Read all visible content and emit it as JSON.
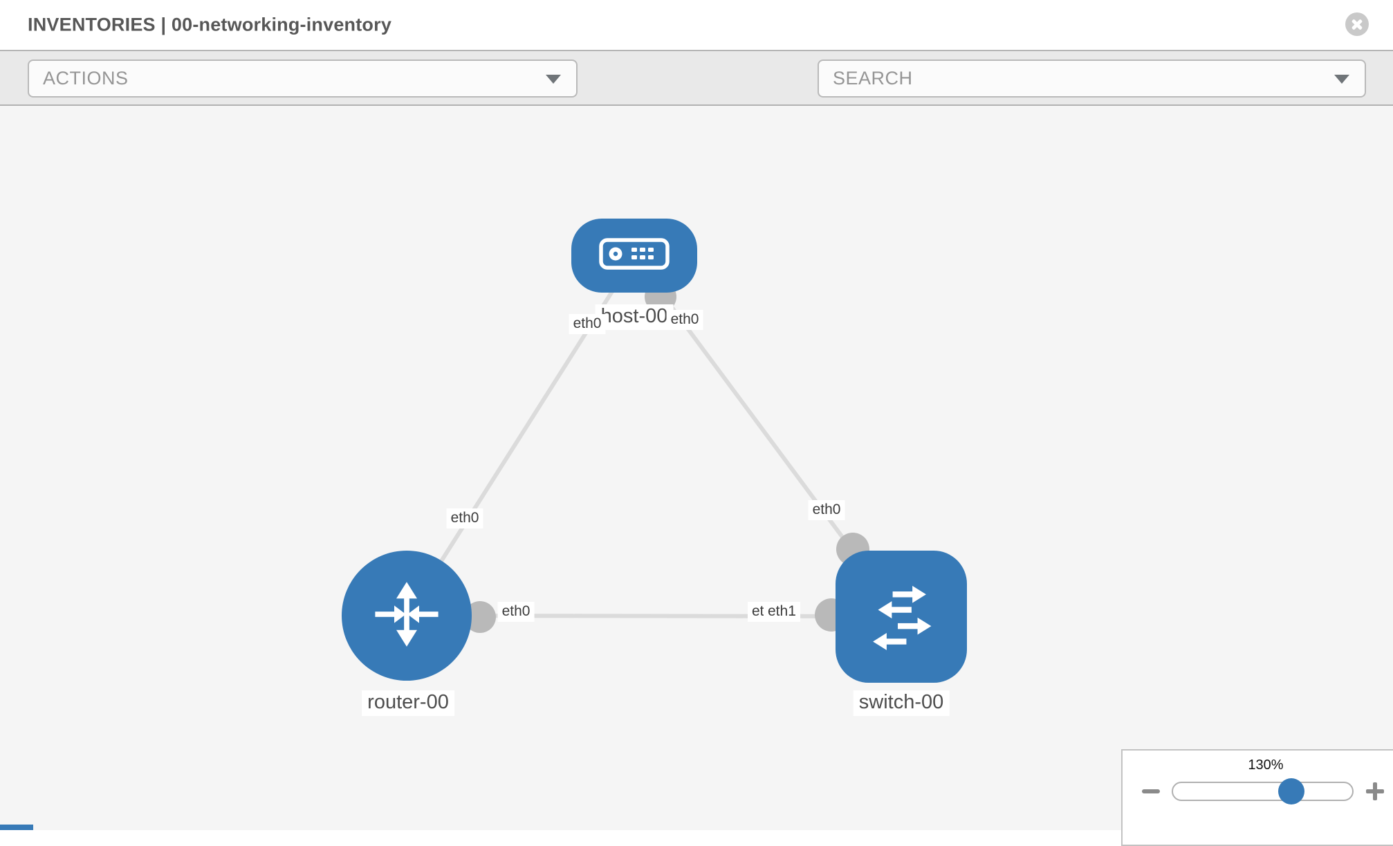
{
  "window": {
    "title": "INVENTORIES | 00-networking-inventory"
  },
  "toolbar": {
    "actions_dropdown": "ACTIONS",
    "search_dropdown": "SEARCH",
    "icons": [
      "wrench-icon",
      "key-icon"
    ]
  },
  "topology": {
    "node_labels": {
      "host": "host-00",
      "router": "router-00",
      "switch": "switch-00"
    },
    "interface_labels": {
      "host_to_router": "eth0",
      "host_to_switch": "eth0",
      "router_to_host": "eth0",
      "router_to_switch": "eth0",
      "switch_to_host": "eth0",
      "switch_to_router_overlapped": "eth0",
      "switch_to_router": "eth1"
    },
    "links": [
      {
        "from": "host-00",
        "to": "router-00"
      },
      {
        "from": "host-00",
        "to": "switch-00"
      },
      {
        "from": "router-00",
        "to": "switch-00"
      }
    ]
  },
  "zoom_control": {
    "level": "130%"
  },
  "colors": {
    "node_blue": "#377ab7",
    "link_gray": "#dbdbdb",
    "port_gray": "#b9b9b9",
    "canvas_bg": "#f5f5f5",
    "toolbar_bg": "#e9e9e9"
  }
}
